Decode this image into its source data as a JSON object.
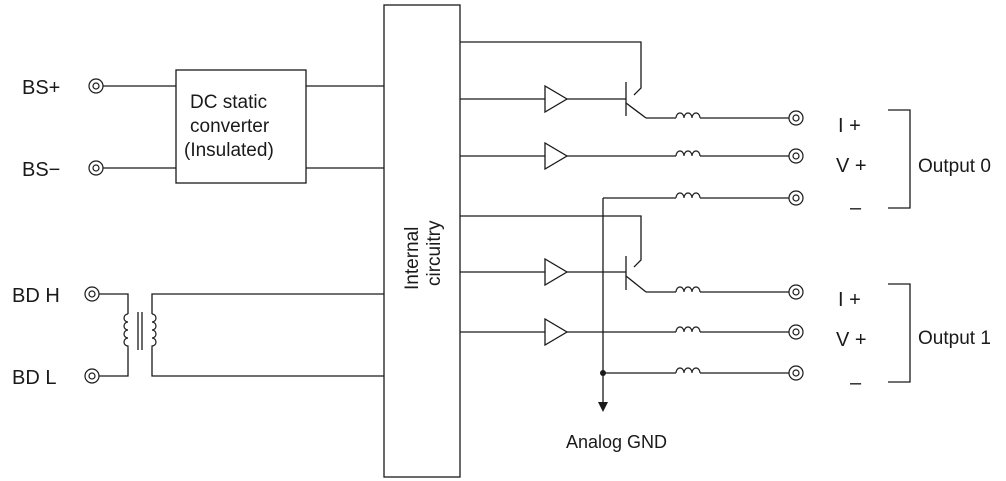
{
  "inputs": {
    "bs_plus": "BS+",
    "bs_minus": "BS−",
    "bd_h": "BD H",
    "bd_l": "BD L"
  },
  "converter": {
    "line1": "DC static",
    "line2": "converter",
    "line3": "(Insulated)"
  },
  "internal": {
    "line1": "Internal",
    "line2": "circuitry"
  },
  "outputs": [
    {
      "group_label": "Output 0",
      "i_label": "I +",
      "v_label": "V +",
      "minus_label": "–"
    },
    {
      "group_label": "Output 1",
      "i_label": "I +",
      "v_label": "V +",
      "minus_label": "–"
    }
  ],
  "ground": {
    "label": "Analog GND"
  },
  "icons": {
    "terminal": "terminal-icon",
    "buffer": "buffer-amplifier-icon",
    "transistor": "transistor-icon",
    "inductor": "inductor-icon",
    "transformer": "transformer-icon",
    "ground_arrow": "ground-arrow-icon"
  },
  "colors": {
    "line": "#1a1a1a",
    "background": "#ffffff"
  }
}
